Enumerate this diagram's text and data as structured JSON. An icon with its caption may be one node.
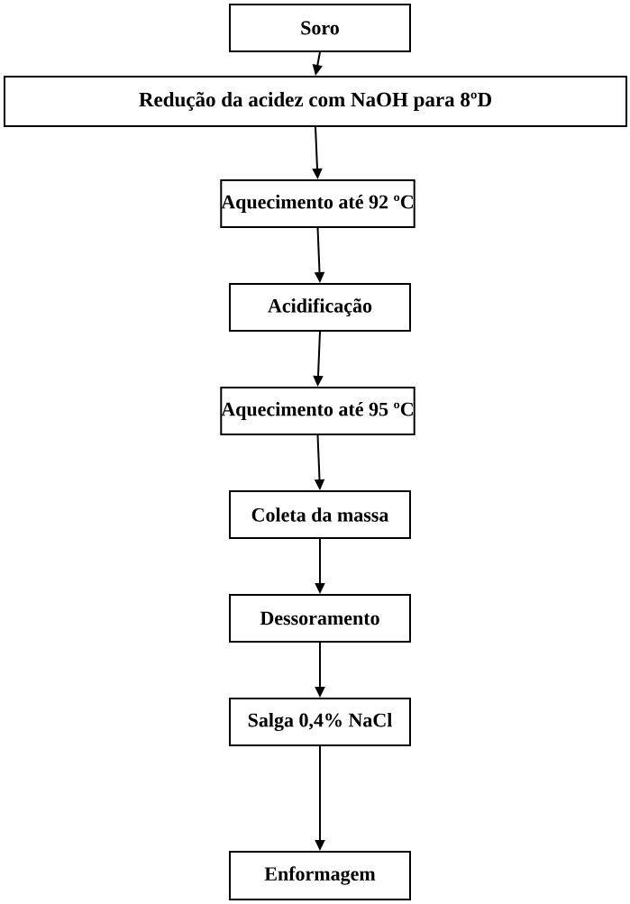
{
  "diagram": {
    "nodes": [
      {
        "text": [
          "Soro"
        ]
      },
      {
        "text": [
          "Redução da acidez com NaOH para 8ºD"
        ]
      },
      {
        "text": [
          "Aquecimento até 92 ºC"
        ]
      },
      {
        "text": [
          "Acidificação"
        ]
      },
      {
        "text": [
          "Aquecimento até 95 ºC"
        ]
      },
      {
        "text": [
          "Coleta da massa"
        ]
      },
      {
        "text": [
          "Dessoramento"
        ]
      },
      {
        "text": [
          "Salga 0,4% NaCl"
        ]
      },
      {
        "text": [
          "Enformagem"
        ]
      }
    ],
    "edges": [
      {
        "from": 0,
        "to": 1,
        "arrow": "to"
      },
      {
        "from": 1,
        "to": 2,
        "arrow": "to"
      },
      {
        "from": 2,
        "to": 3,
        "arrow": "to"
      },
      {
        "from": 3,
        "to": 4,
        "arrow": "to"
      },
      {
        "from": 4,
        "to": 5,
        "arrow": "to"
      },
      {
        "from": 5,
        "to": 6,
        "arrow": "to"
      },
      {
        "from": 6,
        "to": 7,
        "arrow": "to"
      },
      {
        "from": 7,
        "to": 8,
        "arrow": "to"
      }
    ]
  }
}
